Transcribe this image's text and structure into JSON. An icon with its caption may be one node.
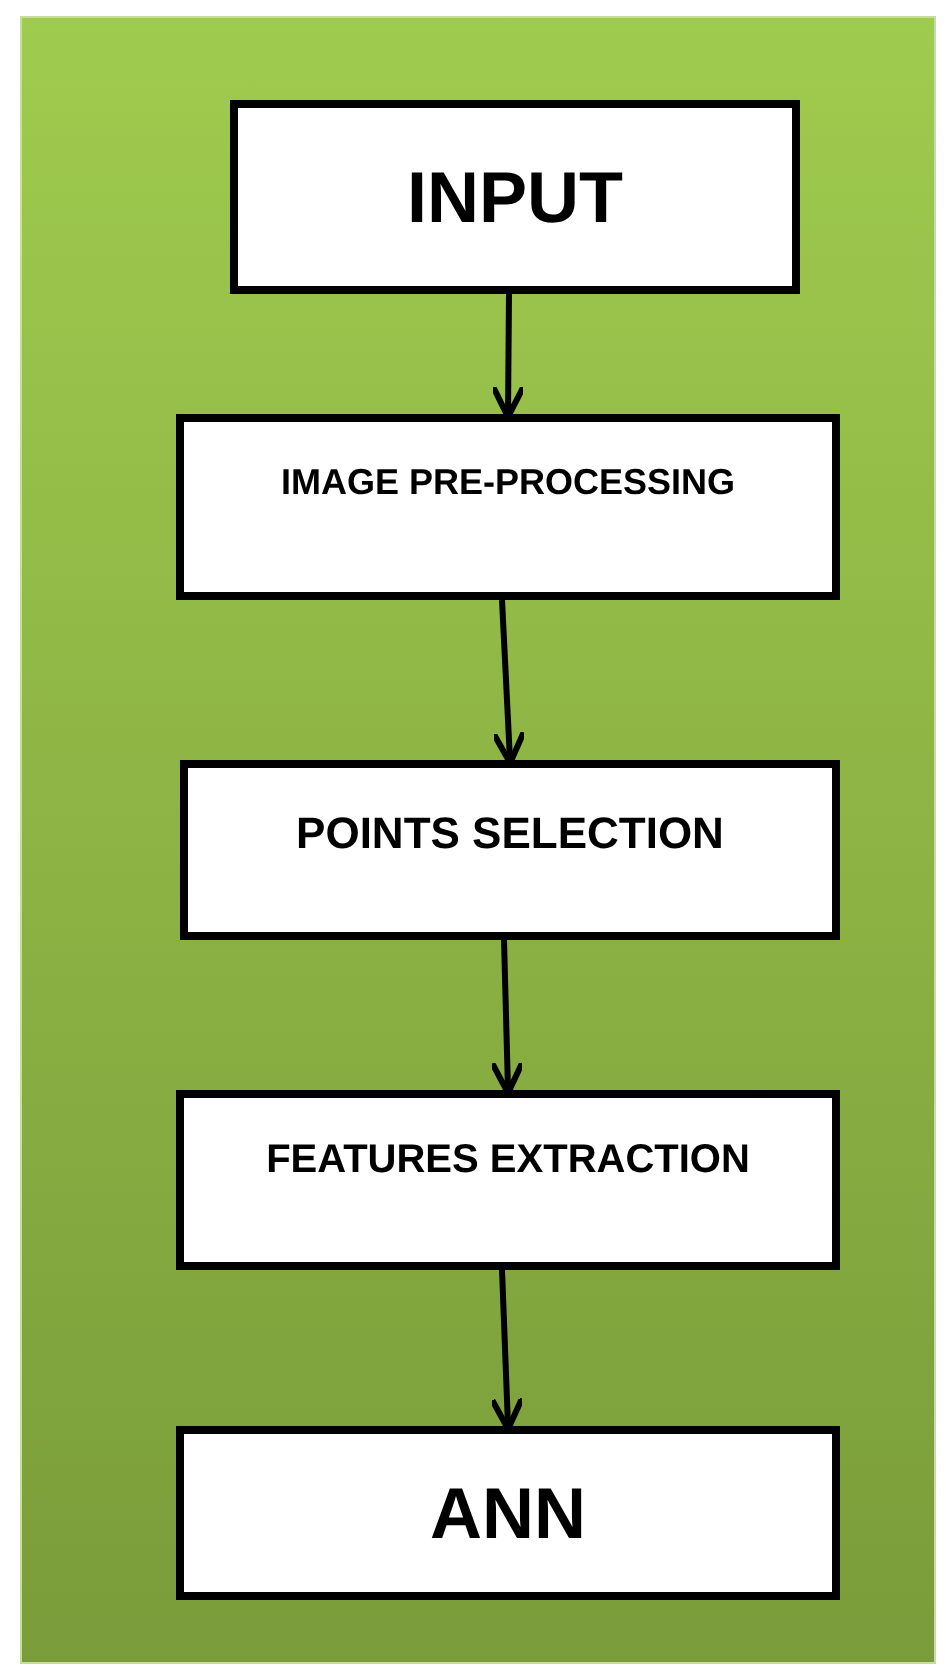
{
  "diagram": {
    "nodes": [
      {
        "text": [
          "INPUT"
        ]
      },
      {
        "text": [
          "IMAGE PRE-PROCESSING"
        ]
      },
      {
        "text": [
          "POINTS SELECTION"
        ]
      },
      {
        "text": [
          "FEATURES EXTRACTION"
        ]
      },
      {
        "text": [
          "ANN"
        ]
      }
    ],
    "edges": [
      {
        "from": 0,
        "to": 1,
        "arrow": "to"
      },
      {
        "from": 1,
        "to": 2,
        "arrow": "to"
      },
      {
        "from": 2,
        "to": 3,
        "arrow": "to"
      },
      {
        "from": 3,
        "to": 4,
        "arrow": "to"
      }
    ]
  }
}
